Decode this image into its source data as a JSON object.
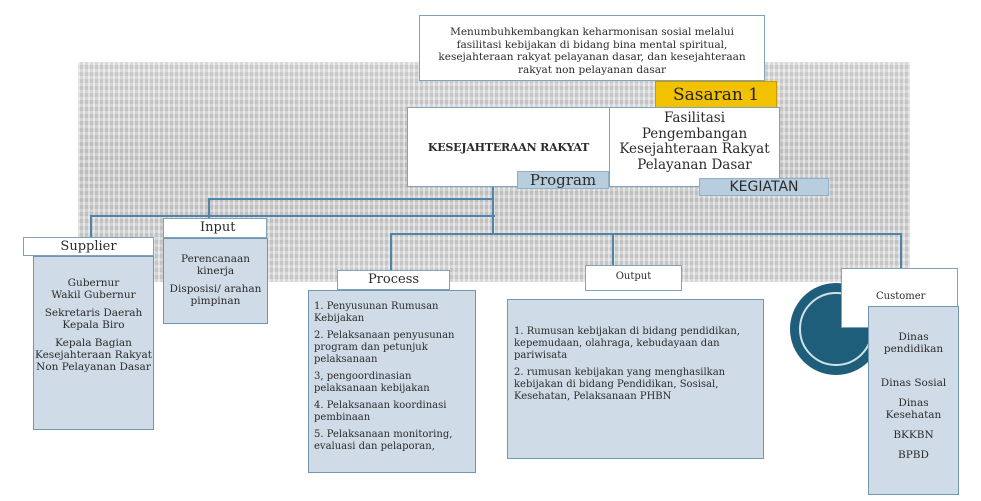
{
  "goal": "Menumbuhkembangkan keharmonisan sosial melalui fasilitasi kebijakan di bidang bina mental spiritual, kesejahteraan rakyat pelayanan dasar, dan kesejahteraan rakyat non pelayanan dasar",
  "sasaran": "Sasaran 1",
  "program_name": "KESEJAHTERAAN RAKYAT",
  "program_label": "Program",
  "kegiatan_name": "Fasilitasi Pengembangan Kesejahteraan Rakyat Pelayanan Dasar",
  "kegiatan_label": "KEGIATAN",
  "supplier": {
    "label": "Supplier",
    "items": [
      "Gubernur",
      "Wakil Gubernur",
      "Sekretaris Daerah",
      "Kepala Biro",
      "Kepala Bagian Kesejahteraan Rakyat Non Pelayanan Dasar"
    ]
  },
  "input": {
    "label": "Input",
    "items": [
      "Perencanaan kinerja",
      "Disposisi/ arahan pimpinan"
    ]
  },
  "process": {
    "label": "Process",
    "items": [
      "1. Penyusunan Rumusan Kebijakan",
      "2. Pelaksanaan penyusunan program dan petunjuk pelaksanaan",
      "3, pengoordinasian pelaksanaan kebijakan",
      "4. Pelaksanaan koordinasi pembinaan",
      "5. Pelaksanaan monitoring, evaluasi dan pelaporan,"
    ]
  },
  "output": {
    "label": "Output",
    "items": [
      "1. Rumusan kebijakan di bidang pendidikan, kepemudaan, olahraga, kebudayaan dan pariwisata",
      "2. rumusan kebijakan yang menghasilkan kebijakan di bidang Pendidikan, Sosisal, Kesehatan, Pelaksanaan PHBN"
    ]
  },
  "customer": {
    "label": "Customer",
    "items": [
      "Dinas pendidikan",
      "Dinas Sosial",
      "Dinas Kesehatan",
      "BKKBN",
      "BPBD"
    ]
  },
  "colors": {
    "accent": "#4f85a6",
    "sasaran_bg": "#f2c200",
    "box_fill": "#cfdbe6",
    "circle": "#1f5e7a"
  }
}
